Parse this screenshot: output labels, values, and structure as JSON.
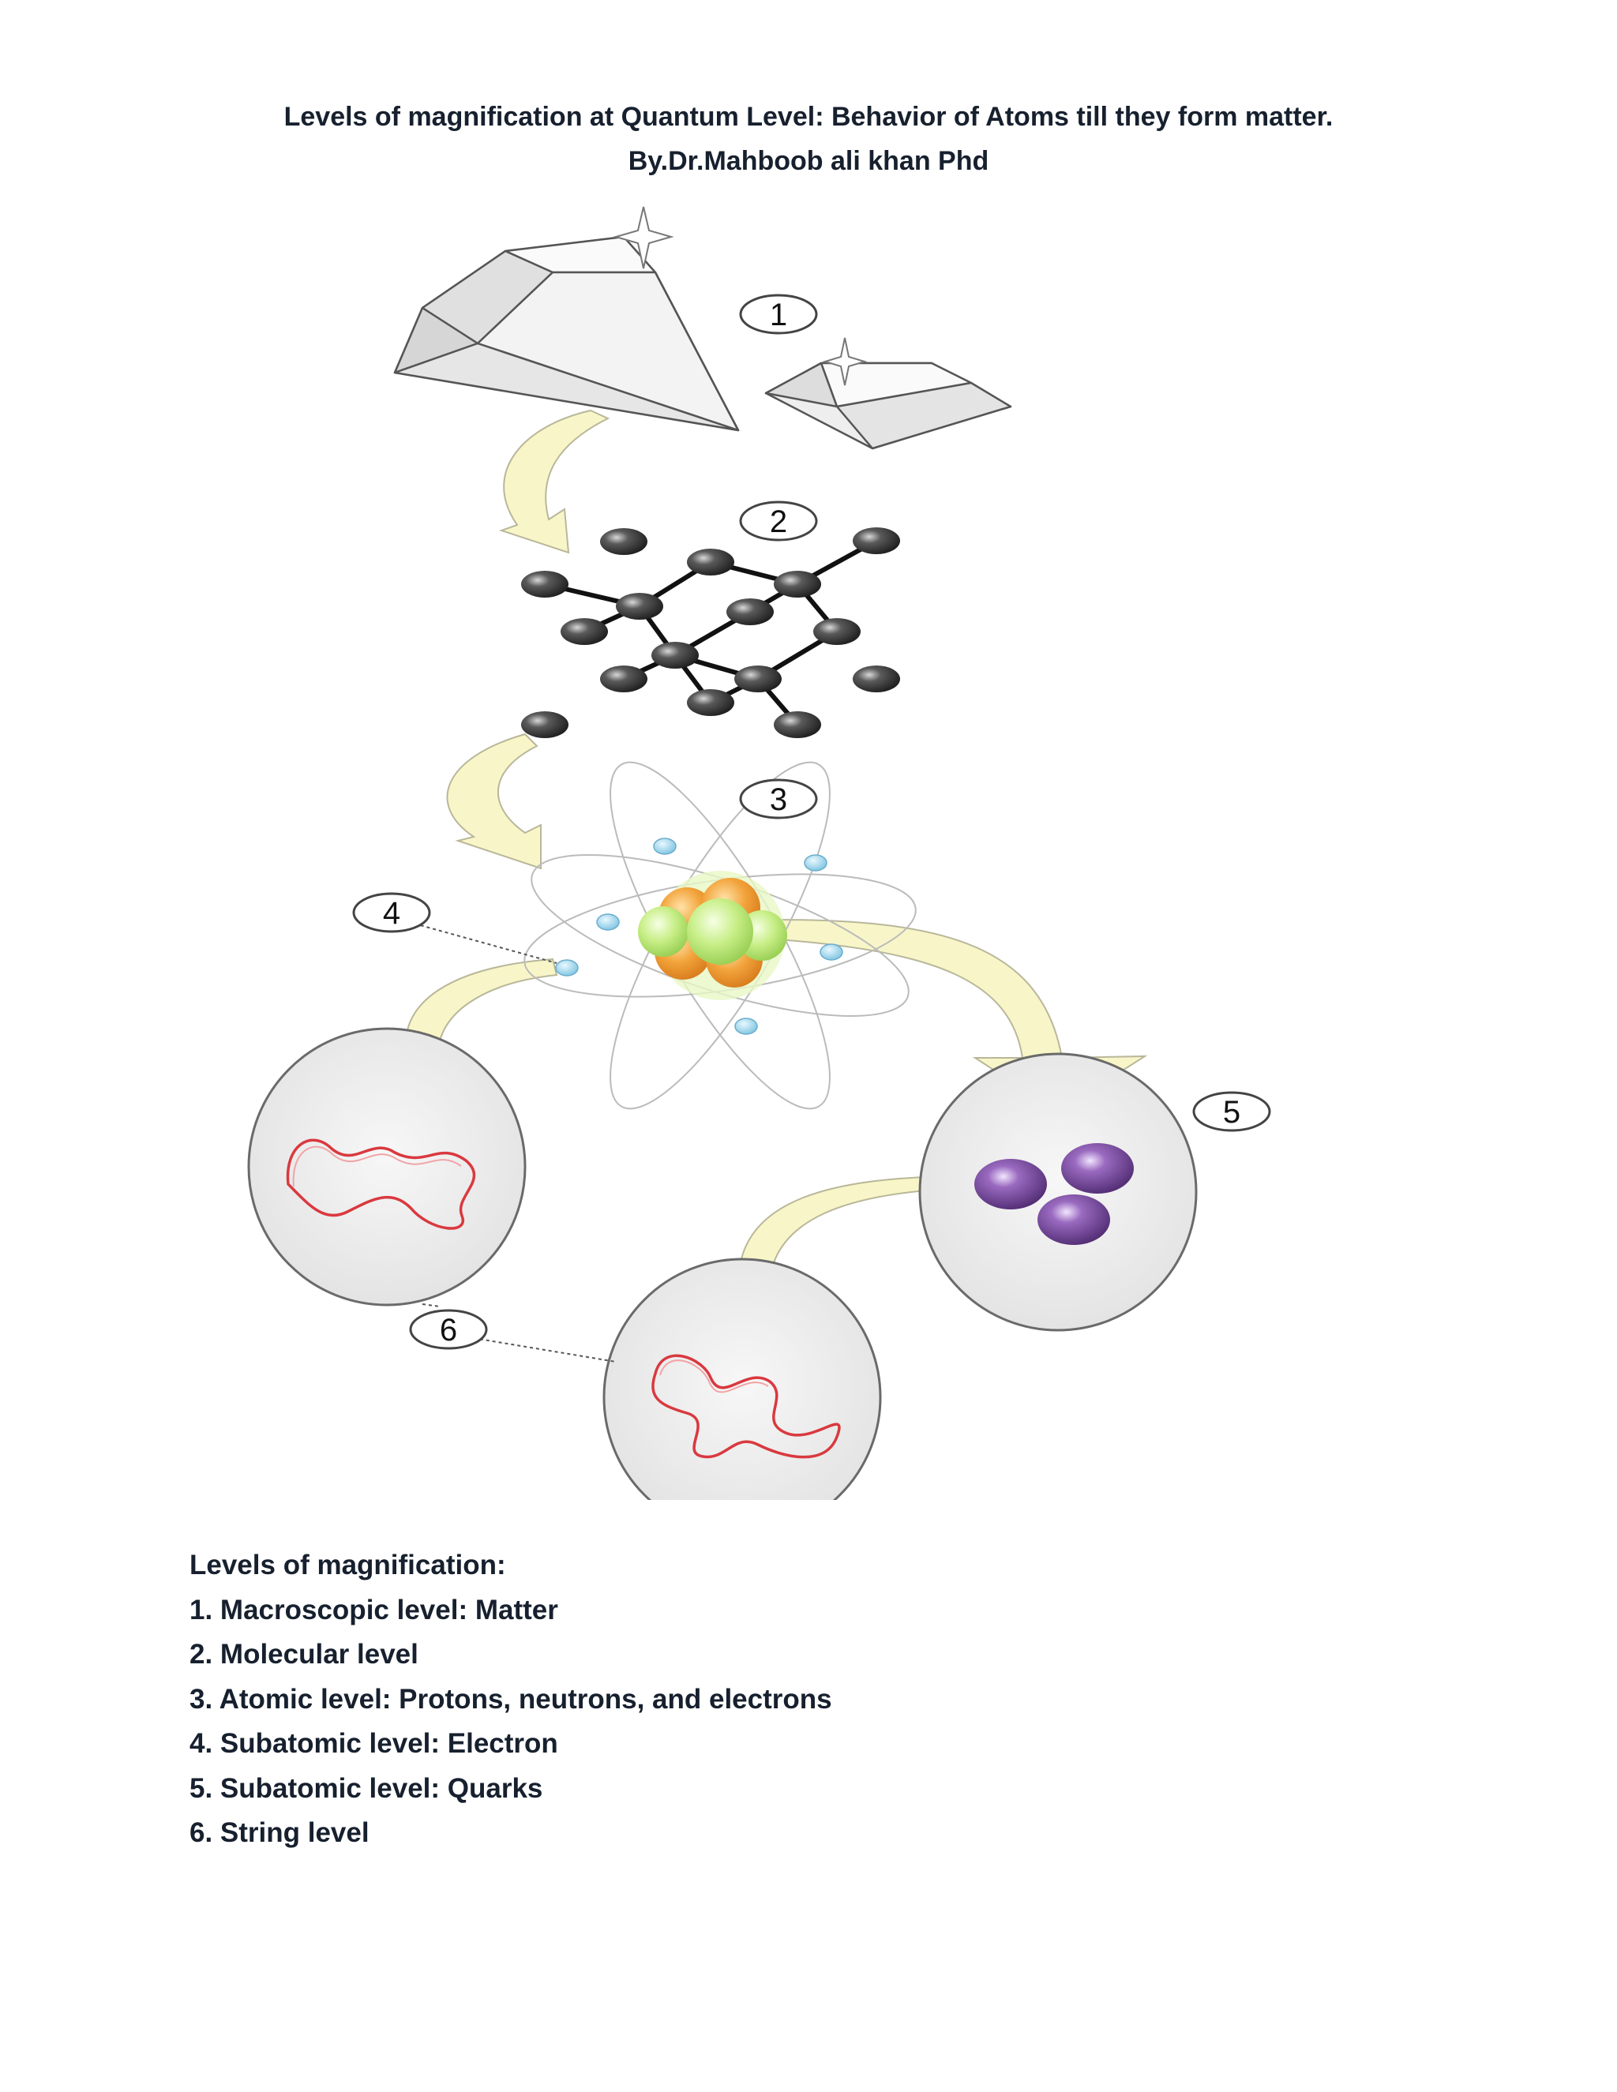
{
  "header": {
    "title": "Levels of magnification at Quantum Level: Behavior of Atoms till they form matter.",
    "author": "By.Dr.Mahboob ali khan Phd"
  },
  "diagram": {
    "markers": [
      "1",
      "2",
      "3",
      "4",
      "5",
      "6"
    ],
    "colors": {
      "arrow_fill": "#f8f6c8",
      "arrow_stroke": "#b9b79a",
      "atom_ball": "#3d3d3d",
      "nucleus_orange": "#f2a33a",
      "nucleus_green": "#c7ee86",
      "electron": "#9dd6ec",
      "quark": "#7b4a9c",
      "string": "#d9393f",
      "circle_fill": "#eeeeee"
    }
  },
  "legend": {
    "heading": "Levels of magnification:",
    "items": [
      "1. Macroscopic level: Matter",
      "2. Molecular level",
      "3. Atomic level: Protons, neutrons, and electrons",
      "4. Subatomic level: Electron",
      "5. Subatomic level: Quarks",
      "6. String level"
    ]
  }
}
